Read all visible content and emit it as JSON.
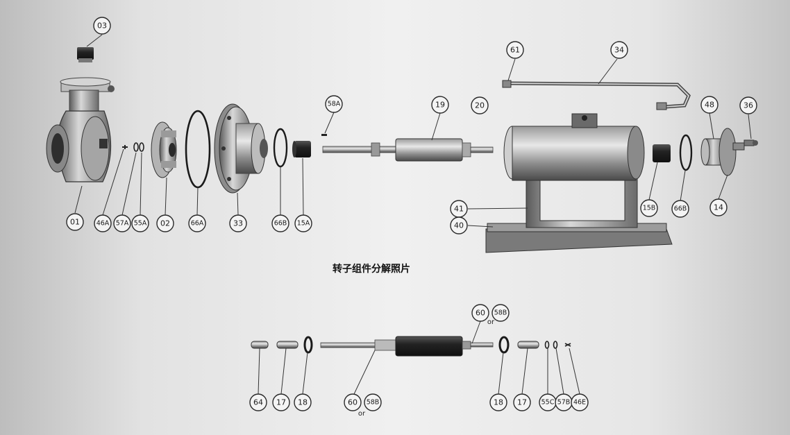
{
  "caption": "转子组件分解照片",
  "or_label": "or",
  "callouts": {
    "p03": "03",
    "p01": "01",
    "p46A": "46A",
    "p57A": "57A",
    "p55A": "55A",
    "p02": "02",
    "p66A": "66A",
    "p33": "33",
    "p66B_left": "66B",
    "p15A": "15A",
    "p58A": "58A",
    "p19": "19",
    "p20": "20",
    "p61": "61",
    "p34": "34",
    "p48": "48",
    "p36": "36",
    "p41": "41",
    "p40": "40",
    "p15B": "15B",
    "p66B_right": "66B",
    "p14": "14",
    "p60_top": "60",
    "p58B_top": "58B",
    "p64": "64",
    "p17_left": "17",
    "p18_left": "18",
    "p60_bottom": "60",
    "p58B_bottom": "58B",
    "p18_right": "18",
    "p17_right": "17",
    "p55C": "55C",
    "p57B": "57B",
    "p46E": "46E"
  }
}
